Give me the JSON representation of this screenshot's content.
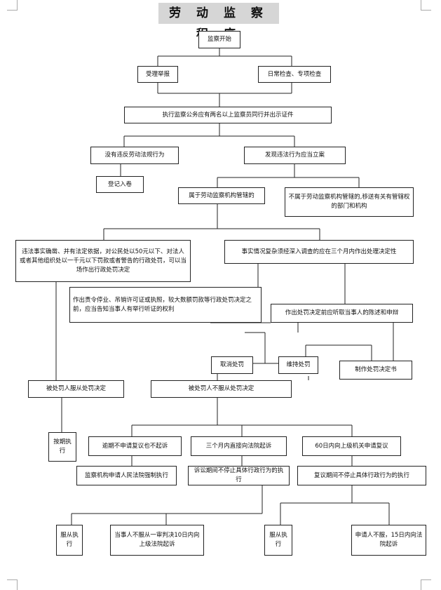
{
  "title": "劳 动 监 察 程 序",
  "nodes": {
    "start": "监察开始",
    "report": "受理举报",
    "inspection": "日常检查、专项检查",
    "officers": "执行监察公务应有两名以上监察员同行并出示证件",
    "no_violation": "没有违反劳动法规行为",
    "register": "登记入卷",
    "violation_found": "发现违法行为应当立案",
    "in_jurisdiction": "属于劳动监察机构管辖的",
    "not_jurisdiction": "不属于劳动监察机构管辖的,移送有关有管辖权的部门和机构",
    "on_spot": "违法事实确凿、并有法定依据，对公民处以50元以下、对法人或者其他组织处以一千元以下罚款或者警告的行政处罚，可以当场作出行政处罚决定",
    "complex": "事实情况复杂须经深入调查的应在三个月内作出处理决定性",
    "hearing_notice": "作出责令停业、吊销许可证或执照，较大数额罚款等行政处罚决定之前，应当告知当事人有举行听证的权利",
    "hear_statement": "作出处罚决定前应听取当事人的陈述和申辩",
    "cancel": "取消处罚",
    "maintain": "维持处罚",
    "make_decision": "制作处罚决定书",
    "accept": "被处罚人服从处罚决定",
    "reject": "被处罚人不服从处罚决定",
    "execute_on_time": "按期执行",
    "no_review_no_suit": "逾期不申请复议也不起诉",
    "lawsuit_3m": "三个月内直接向法院起诉",
    "review_60d": "60日内向上级机关申请复议",
    "court_enforce": "监察机构申请人民法院强制执行",
    "suit_no_stop": "诉讼期间不停止具体行政行为的执行",
    "review_no_stop": "复议期间不停止具体行政行为的执行",
    "comply_1": "服从执行",
    "appeal_10d": "当事人不服从一审判决10日内向上级法院起诉",
    "comply_2": "服从执行",
    "suit_15d": "申请人不服，15日内向法院起诉"
  }
}
